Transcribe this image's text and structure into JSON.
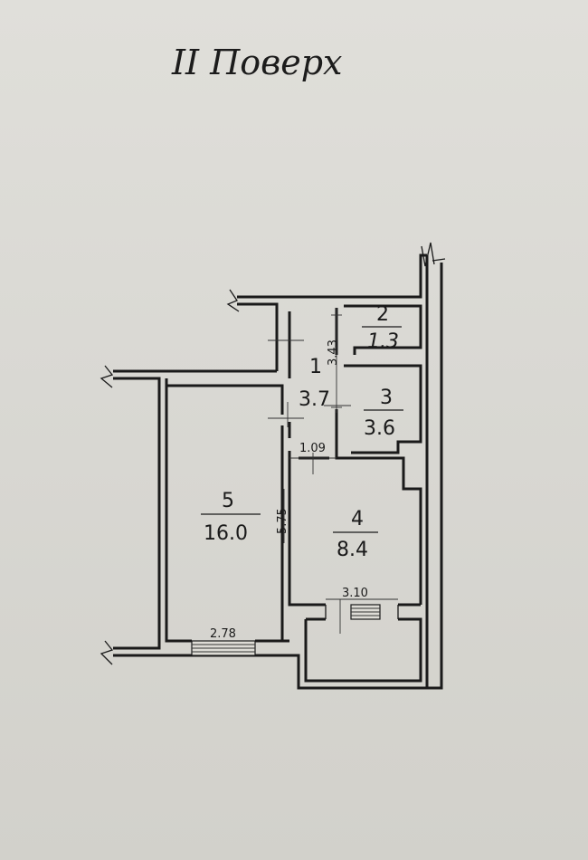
{
  "title": "II Поверх",
  "rooms": [
    {
      "number": "1",
      "area": "3.7"
    },
    {
      "number": "2",
      "area": "1.3"
    },
    {
      "number": "3",
      "area": "3.6"
    },
    {
      "number": "4",
      "area": "8.4"
    },
    {
      "number": "5",
      "area": "16.0"
    }
  ],
  "dimensions": {
    "room1_height": "3.43",
    "corridor_width": "1.09",
    "room5_length": "5.75",
    "room5_window": "2.78",
    "room4_window": "3.10"
  }
}
